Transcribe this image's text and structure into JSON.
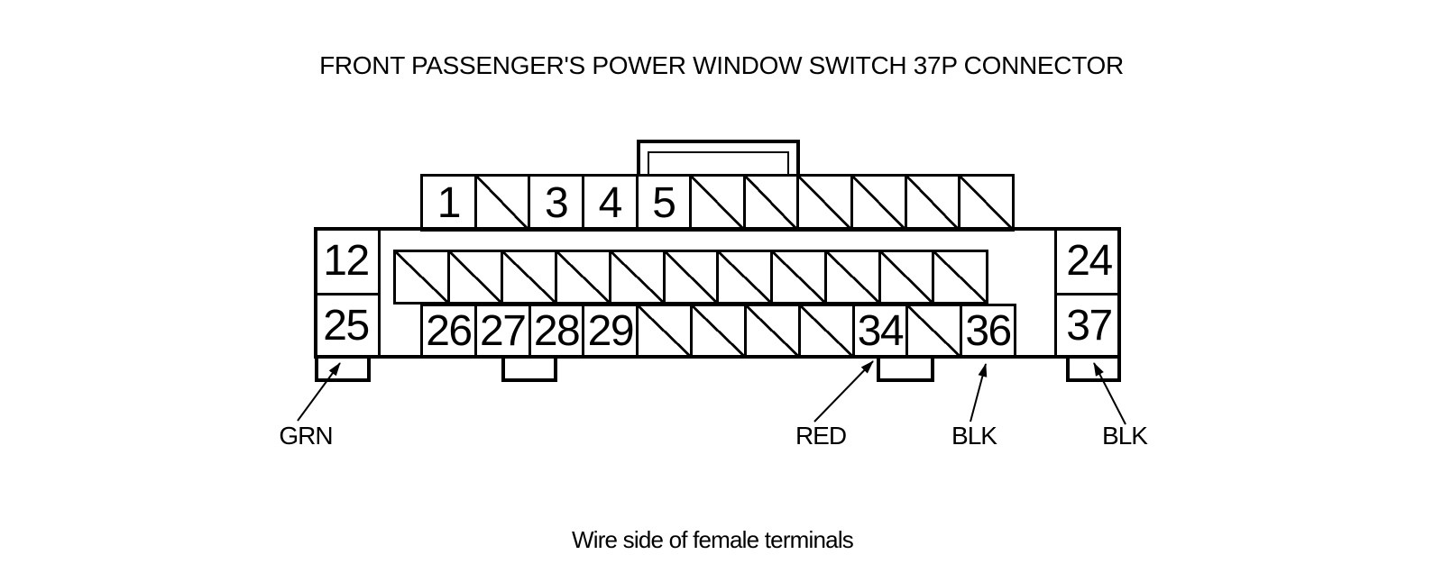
{
  "title": "FRONT PASSENGER'S POWER WINDOW SWITCH 37P CONNECTOR",
  "caption": "Wire side of female terminals",
  "colors": {
    "line": "#000000",
    "background": "#ffffff"
  },
  "connector": {
    "pin_count_label": "37P",
    "top_row": [
      {
        "label": "1",
        "hatched": false
      },
      {
        "label": "",
        "hatched": true
      },
      {
        "label": "3",
        "hatched": false
      },
      {
        "label": "4",
        "hatched": false
      },
      {
        "label": "5",
        "hatched": false
      },
      {
        "label": "",
        "hatched": true
      },
      {
        "label": "",
        "hatched": true
      },
      {
        "label": "",
        "hatched": true
      },
      {
        "label": "",
        "hatched": true
      },
      {
        "label": "",
        "hatched": true
      },
      {
        "label": "",
        "hatched": true
      }
    ],
    "middle_row": [
      {
        "label": "",
        "hatched": true
      },
      {
        "label": "",
        "hatched": true
      },
      {
        "label": "",
        "hatched": true
      },
      {
        "label": "",
        "hatched": true
      },
      {
        "label": "",
        "hatched": true
      },
      {
        "label": "",
        "hatched": true
      },
      {
        "label": "",
        "hatched": true
      },
      {
        "label": "",
        "hatched": true
      },
      {
        "label": "",
        "hatched": true
      },
      {
        "label": "",
        "hatched": true
      },
      {
        "label": "",
        "hatched": true
      }
    ],
    "bottom_row": [
      {
        "label": "26",
        "hatched": false
      },
      {
        "label": "27",
        "hatched": false
      },
      {
        "label": "28",
        "hatched": false
      },
      {
        "label": "29",
        "hatched": false
      },
      {
        "label": "",
        "hatched": true
      },
      {
        "label": "",
        "hatched": true
      },
      {
        "label": "",
        "hatched": true
      },
      {
        "label": "",
        "hatched": true
      },
      {
        "label": "34",
        "hatched": false
      },
      {
        "label": "",
        "hatched": true
      },
      {
        "label": "36",
        "hatched": false
      }
    ],
    "left_column": [
      {
        "label": "12"
      },
      {
        "label": "25"
      }
    ],
    "right_column": [
      {
        "label": "24"
      },
      {
        "label": "37"
      }
    ]
  },
  "wire_labels": [
    {
      "label": "GRN"
    },
    {
      "label": "RED"
    },
    {
      "label": "BLK"
    },
    {
      "label": "BLK"
    }
  ]
}
